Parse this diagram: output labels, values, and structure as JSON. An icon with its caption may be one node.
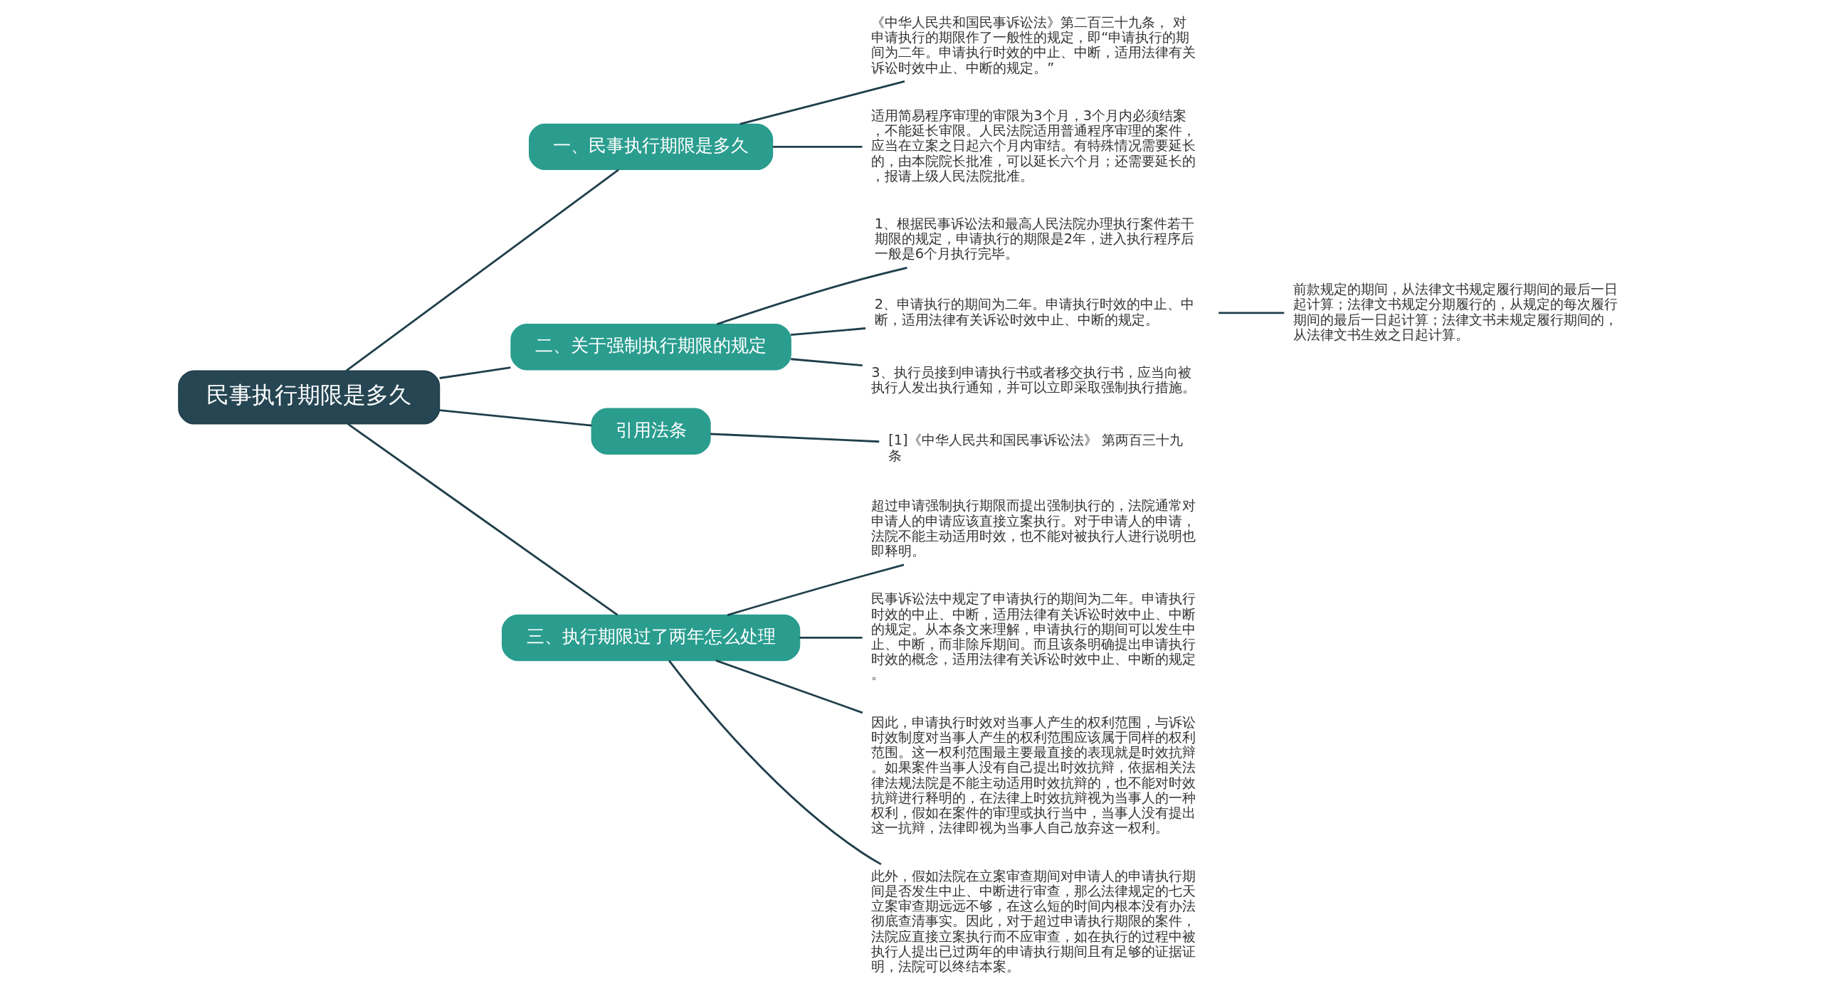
{
  "diagram": {
    "nodes": [
      {
        "text": [
          "民事执行期限是多久"
        ]
      },
      {
        "text": [
          "一、民事执行期限是多久"
        ]
      },
      {
        "text": [
          "《中华人民共和国民事诉讼法》第二百三十九条， 对申请执行的期限作了一般性的规定，即“申请执行的期间为二年。申请执行时效的中止、中断，适用法律有关诉讼时效中止、中断的规定。”"
        ]
      },
      {
        "text": [
          "适用简易程序审理的审限为3个月，3个月内必须结案，不能延长审限。人民法院适用普通程序审理的案件，应当在立案之日起六个月内审结。有特殊情况需要延长的，由本院院长批准，可以延长六个月；还需要延长的，报请上级人民法院批准。"
        ]
      },
      {
        "text": [
          "二、关于强制执行期限的规定"
        ]
      },
      {
        "text": [
          "1、根据民事诉讼法和最高人民法院办理执行案件若干期限的规定，申请执行的期限是2年，进入执行程序后一般是6个月执行完毕。"
        ]
      },
      {
        "text": [
          "2、申请执行的期间为二年。申请执行时效的中止、中断，适用法律有关诉讼时效中止、中断的规定。"
        ]
      },
      {
        "text": [
          "前款规定的期间，从法律文书规定履行期间的最后一日起计算；法律文书规定分期履行的，从规定的每次履行期间的最后一日起计算；法律文书未规定履行期间的，从法律文书生效之日起计算。"
        ]
      },
      {
        "text": [
          "3、执行员接到申请执行书或者移交执行书，应当向被执行人发出执行通知，并可以立即采取强制执行措施。"
        ]
      },
      {
        "text": [
          "引用法条"
        ]
      },
      {
        "text": [
          "[1]《中华人民共和国民事诉讼法》 第两百三十九条"
        ]
      },
      {
        "text": [
          "三、执行期限过了两年怎么处理"
        ]
      },
      {
        "text": [
          "超过申请强制执行期限而提出强制执行的，法院通常对申请人的申请应该直接立案执行。对于申请人的申请，法院不能主动适用时效，也不能对被执行人进行说明也即释明。"
        ]
      },
      {
        "text": [
          "民事诉讼法中规定了申请执行的期间为二年。申请执行时效的中止、中断，适用法律有关诉讼时效中止、中断的规定。从本条文来理解，申请执行的期间可以发生中止、中断，而非除斥期间。而且该条明确提出申请执行时效的概念，适用法律有关诉讼时效中止、中断的规定。"
        ]
      },
      {
        "text": [
          "因此，申请执行时效对当事人产生的权利范围，与诉讼时效制度对当事人产生的权利范围应该属于同样的权利范围。这一权利范围最主要最直接的表现就是时效抗辩。如果案件当事人没有自己提出时效抗辩，依据相关法律法规法院是不能主动适用时效抗辩的，也不能对时效抗辩进行释明的，在法律上时效抗辩视为当事人的一种权利，假如在案件的审理或执行当中，当事人没有提出这一抗辩，法律即视为当事人自己放弃这一权利。"
        ]
      },
      {
        "text": [
          "此外，假如法院在立案审查期间对申请人的申请执行期间是否发生中止、中断进行审查，那么法律规定的七天立案审查期远远不够，在这么短的时间内根本没有办法彻底查清事实。因此，对于超过申请执行期限的案件，法院应直接立案执行而不应审查，如在执行的过程中被执行人提出已过两年的申请执行期间且有足够的证据证明，法院可以终结本案。"
        ]
      }
    ],
    "edges": [
      {
        "from": 0,
        "to": 1,
        "arrow": "none"
      },
      {
        "from": 1,
        "to": 2,
        "arrow": "none"
      },
      {
        "from": 1,
        "to": 3,
        "arrow": "none"
      },
      {
        "from": 0,
        "to": 4,
        "arrow": "none"
      },
      {
        "from": 4,
        "to": 5,
        "arrow": "none"
      },
      {
        "from": 4,
        "to": 6,
        "arrow": "none"
      },
      {
        "from": 6,
        "to": 7,
        "arrow": "none"
      },
      {
        "from": 4,
        "to": 8,
        "arrow": "none"
      },
      {
        "from": 0,
        "to": 9,
        "arrow": "none"
      },
      {
        "from": 9,
        "to": 10,
        "arrow": "none"
      },
      {
        "from": 0,
        "to": 11,
        "arrow": "none"
      },
      {
        "from": 11,
        "to": 12,
        "arrow": "none"
      },
      {
        "from": 11,
        "to": 13,
        "arrow": "none"
      },
      {
        "from": 11,
        "to": 14,
        "arrow": "none"
      },
      {
        "from": 11,
        "to": 15,
        "arrow": "none"
      }
    ]
  }
}
